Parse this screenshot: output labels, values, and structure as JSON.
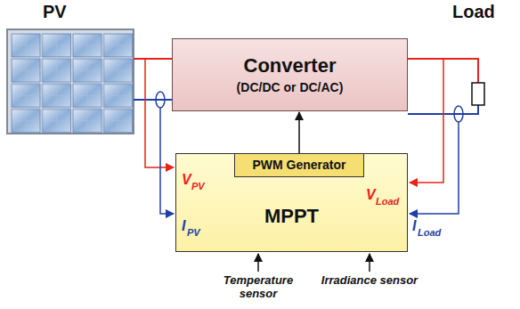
{
  "diagram": {
    "nodes": [
      {
        "text": [
          "Converter",
          "(DC/DC or DC/AC)"
        ]
      },
      {
        "text": [
          "MPPT"
        ]
      },
      {
        "text": [
          "PWM Generator"
        ],
        "in": 1
      }
    ],
    "edges": [
      {
        "from": 2,
        "to": 0,
        "arrow": "to"
      }
    ],
    "labels": [
      "PV",
      "Load",
      "V",
      "PV",
      "I",
      "PV",
      "V",
      "Load",
      "I",
      "Load",
      "Temperature sensor",
      "Irradiance sensor"
    ]
  }
}
